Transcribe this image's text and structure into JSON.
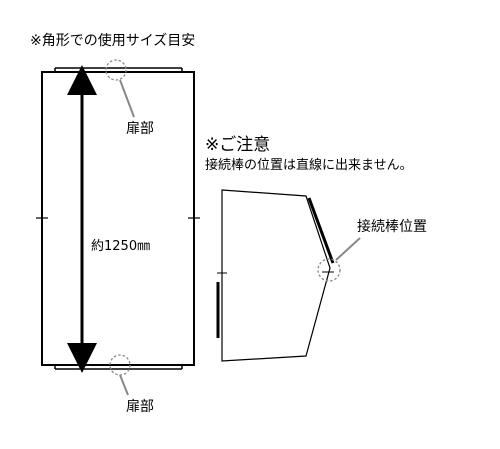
{
  "caption": "※角形での使用サイズ目安",
  "door_label_top": "扉部",
  "door_label_bottom": "扉部",
  "size_label": "約1250㎜",
  "notice": {
    "title": "※ご注意",
    "text": "接続棒の位置は直線に出来ません。",
    "joint_label": "接続棒位置"
  },
  "colors": {
    "line": "#000000",
    "circle": "#888888",
    "background": "#ffffff"
  }
}
